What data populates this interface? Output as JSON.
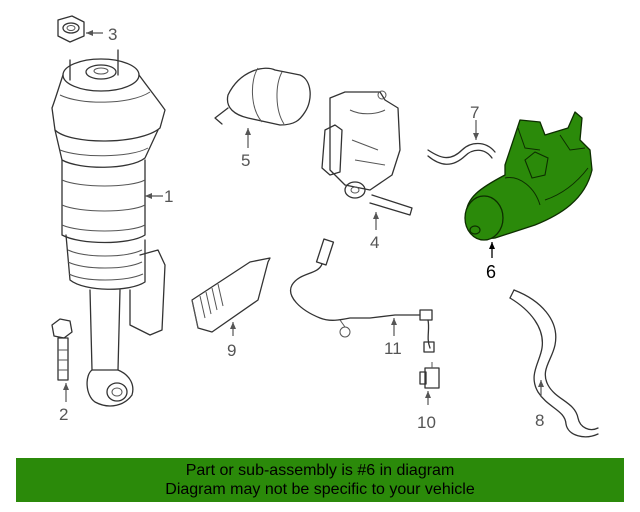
{
  "diagram": {
    "callouts": [
      "1",
      "2",
      "3",
      "4",
      "5",
      "6",
      "7",
      "8",
      "9",
      "10",
      "11"
    ],
    "highlighted_part": "6",
    "highlight_color": "#2b8a0a",
    "callout_color": "#555555"
  },
  "banner": {
    "line1": "Part or sub-assembly is #6 in diagram",
    "line2": "Diagram may not be specific to your vehicle",
    "background": "#2b8a0a"
  }
}
